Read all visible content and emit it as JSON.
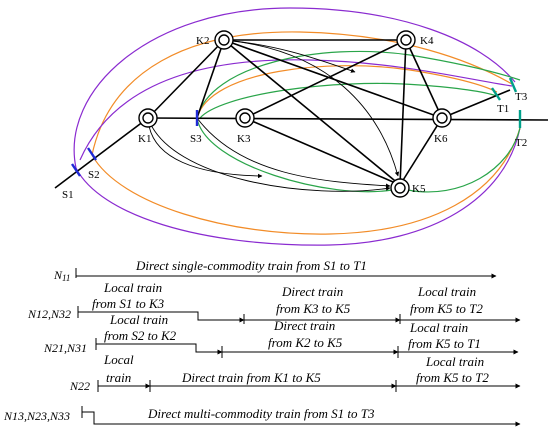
{
  "network": {
    "nodes": {
      "K1": "K1",
      "K2": "K2",
      "K3": "K3",
      "K4": "K4",
      "K5": "K5",
      "K6": "K6",
      "S1": "S1",
      "S2": "S2",
      "S3": "S3",
      "T1": "T1",
      "T2": "T2",
      "T3": "T3"
    },
    "colors": {
      "line": "#000000",
      "purple": "#8a2bd0",
      "orange": "#f28c28",
      "green": "#2aa54a",
      "blue": "#1f2ad6",
      "teal": "#00a08a"
    }
  },
  "schedule": {
    "rows": [
      {
        "label": "N11",
        "label_main": "N",
        "label_sub": "11",
        "segments": [
          {
            "lines": [
              "Direct single-commodity train from S1 to T1"
            ]
          }
        ]
      },
      {
        "label": "N12,N32",
        "segments": [
          {
            "lines": [
              "Local train",
              "from S1 to K3"
            ]
          },
          {
            "lines": [
              "Direct train",
              "from K3 to K5"
            ]
          },
          {
            "lines": [
              "Local train",
              "from K5 to T2"
            ]
          }
        ]
      },
      {
        "label": "N21,N31",
        "segments": [
          {
            "lines": [
              "Local train",
              "from S2 to K2"
            ]
          },
          {
            "lines": [
              "Direct train",
              "from K2 to K5"
            ]
          },
          {
            "lines": [
              "Local train",
              "from K5 to T1"
            ]
          }
        ]
      },
      {
        "label": "N22",
        "segments": [
          {
            "lines": [
              "Local",
              "train"
            ]
          },
          {
            "lines": [
              "Direct train from K1 to K5"
            ]
          },
          {
            "lines": [
              "Local train",
              "from K5 to T2"
            ]
          }
        ]
      },
      {
        "label": "N13,N23,N33",
        "segments": [
          {
            "lines": [
              "Direct multi-commodity train from S1 to T3"
            ]
          }
        ]
      }
    ]
  }
}
